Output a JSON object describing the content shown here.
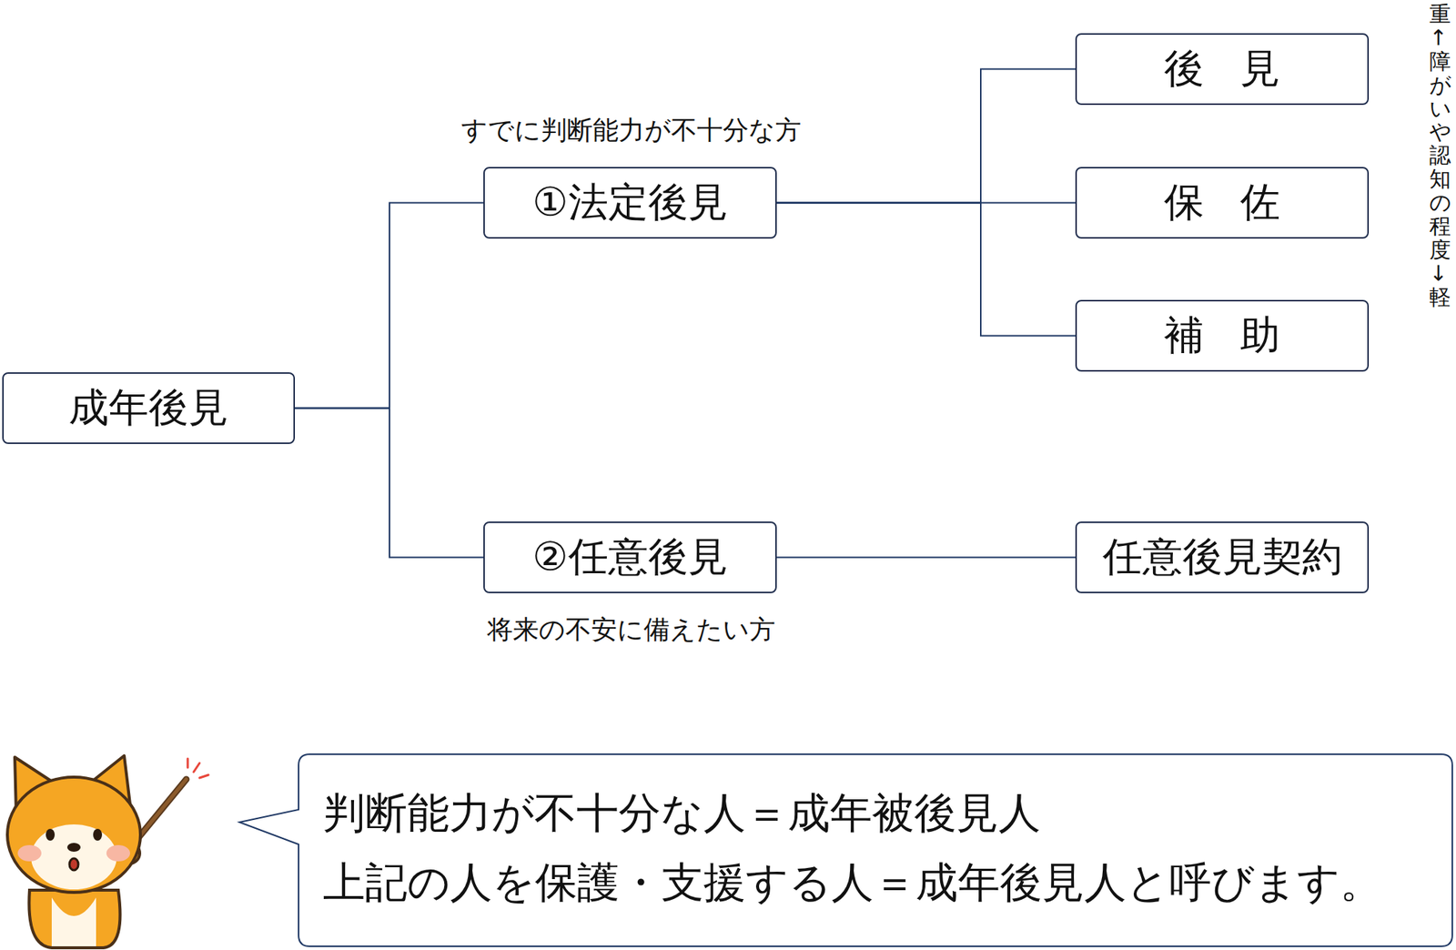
{
  "diagram": {
    "nodes": [
      {
        "text": [
          "成年後見"
        ]
      },
      {
        "text": [
          "①法定後見"
        ]
      },
      {
        "text": [
          "②任意後見"
        ]
      },
      {
        "text": [
          "後見"
        ]
      },
      {
        "text": [
          "保佐"
        ]
      },
      {
        "text": [
          "補助"
        ]
      },
      {
        "text": [
          "任意後見契約"
        ]
      },
      {
        "text": [
          "判断能力が不十分な人＝成年被後見人",
          "上記の人を保護・支援する人＝成年後見人と呼びます。"
        ]
      }
    ],
    "edges": [
      {
        "from": 0,
        "to": 1,
        "arrow": "none"
      },
      {
        "from": 0,
        "to": 2,
        "arrow": "none"
      },
      {
        "from": 1,
        "to": 3,
        "arrow": "none"
      },
      {
        "from": 1,
        "to": 4,
        "arrow": "none"
      },
      {
        "from": 1,
        "to": 5,
        "arrow": "none"
      },
      {
        "from": 2,
        "to": 6,
        "arrow": "none"
      }
    ],
    "labels": [
      "すでに判断能力が不十分な方",
      "将来の不安に備えたい方",
      "重↑障がいや認知の程度↓軽"
    ]
  }
}
